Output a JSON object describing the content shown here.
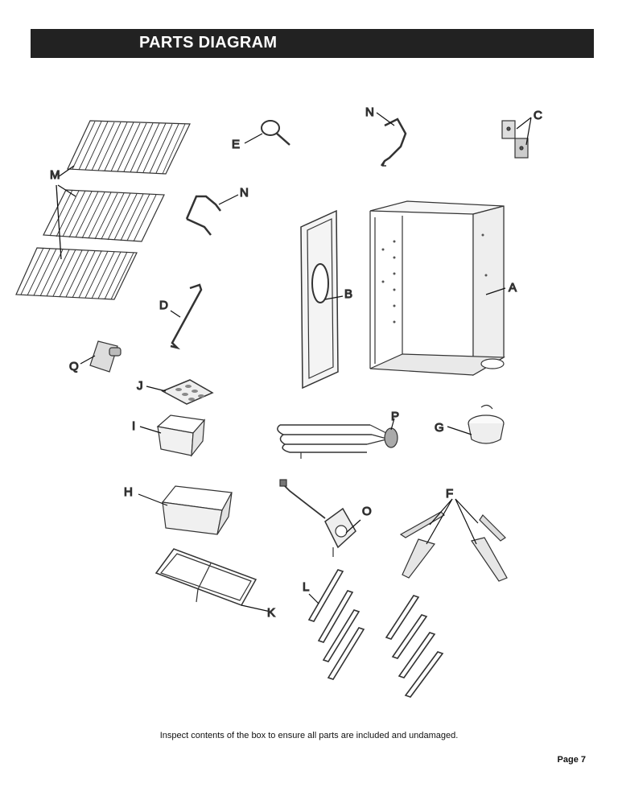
{
  "header": {
    "title": "PARTS DIAGRAM"
  },
  "parts": {
    "A": "A",
    "B": "B",
    "C": "C",
    "D": "D",
    "E": "E",
    "F": "F",
    "G": "G",
    "H": "H",
    "I": "I",
    "J": "J",
    "K": "K",
    "L": "L",
    "M": "M",
    "N": "N",
    "O": "O",
    "P": "P",
    "Q": "Q"
  },
  "footer": {
    "note": "Inspect contents of the box to ensure all parts are included and undamaged.",
    "page": "Page 7"
  }
}
